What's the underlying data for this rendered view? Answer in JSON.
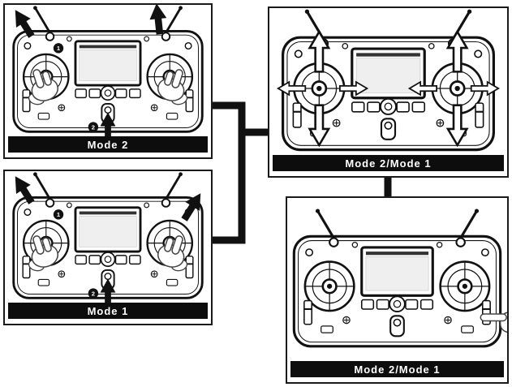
{
  "figure": {
    "panels": [
      {
        "id": "top-left",
        "label": "Mode 2",
        "badges": [
          "1",
          "2"
        ]
      },
      {
        "id": "bottom-left",
        "label": "Mode 1",
        "badges": [
          "1",
          "2"
        ]
      },
      {
        "id": "top-right",
        "label": "Mode 2/Mode 1",
        "badges": []
      },
      {
        "id": "bottom-right",
        "label": "Mode 2/Mode 1",
        "badges": []
      }
    ]
  },
  "colors": {
    "panel_border": "#1a1a1a",
    "label_bg": "#0d0d0d",
    "label_text": "#ffffff",
    "connector": "#111111",
    "line_art": "#111111",
    "background": "#ffffff"
  }
}
